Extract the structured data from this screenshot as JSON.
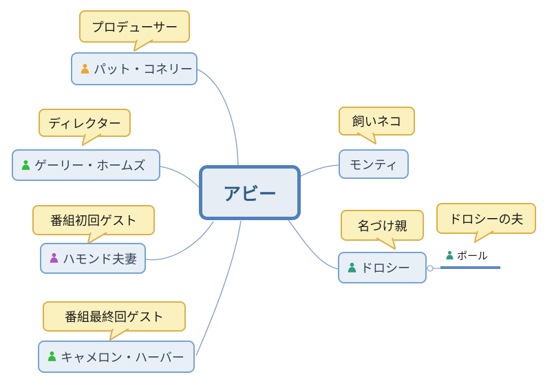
{
  "diagram": {
    "center": {
      "label": "アビー"
    },
    "nodes": [
      {
        "id": "pat-connelly",
        "callout": "プロデューサー",
        "label": "パット・コネリー",
        "icon": "person-icon",
        "icon_color": "#F0A42E"
      },
      {
        "id": "gary-holmes",
        "callout": "ディレクター",
        "label": "ゲーリー・ホームズ",
        "icon": "person-icon",
        "icon_color": "#2FBE3A"
      },
      {
        "id": "hammond-couple",
        "callout": "番組初回ゲスト",
        "label": "ハモンド夫妻",
        "icon": "person-icon",
        "icon_color": "#AD56C0"
      },
      {
        "id": "cameron-harbor",
        "callout": "番組最終回ゲスト",
        "label": "キャメロン・ハーバー",
        "icon": "person-icon",
        "icon_color": "#2FBE3A"
      },
      {
        "id": "monty",
        "callout": "飼いネコ",
        "label": "モンティ",
        "icon": null,
        "icon_color": null
      },
      {
        "id": "dorothy",
        "callout": "名づけ親",
        "label": "ドロシー",
        "icon": "person-icon",
        "icon_color": "#2E9C82"
      },
      {
        "id": "paul",
        "callout": "ドロシーの夫",
        "label": "ポール",
        "icon": "person-icon",
        "icon_color": "#2E9C82"
      }
    ],
    "colors": {
      "callout_fill": "#FBF1BE",
      "callout_border": "#DDAF47",
      "callout_text": "#1A1A1A",
      "node_fill": "#E9EFF7",
      "node_border": "#76A3D6",
      "node_text": "#33455A",
      "center_fill": "#E7EDF5",
      "center_border": "#4E81BD",
      "center_text": "#2E5C85",
      "connector": "#7F9DC4",
      "branch_underline": "#5A8AC9"
    }
  }
}
